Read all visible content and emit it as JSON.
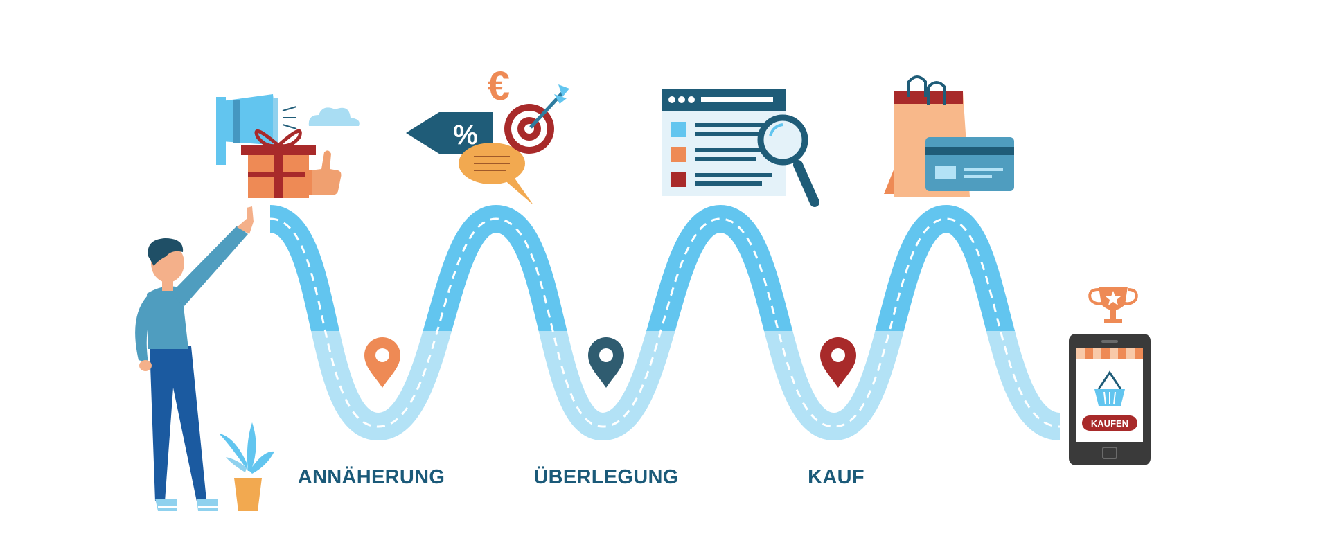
{
  "stages": [
    {
      "label": "ANNÄHERUNG",
      "pin_color": "#ee8a55"
    },
    {
      "label": "ÜBERLEGUNG",
      "pin_color": "#2f5c70"
    },
    {
      "label": "KAUF",
      "pin_color": "#a82a2a"
    }
  ],
  "icons": {
    "percent_symbol": "%",
    "euro_symbol": "€",
    "phone_button": "KAUFEN"
  },
  "colors": {
    "road_top": "#62c5ef",
    "road_bottom": "#b3e2f6",
    "road_dash": "#ffffff",
    "label_text": "#1b5a79",
    "gift": "#ee8a55",
    "ribbon": "#a82a2a",
    "navy": "#1f5c78"
  }
}
